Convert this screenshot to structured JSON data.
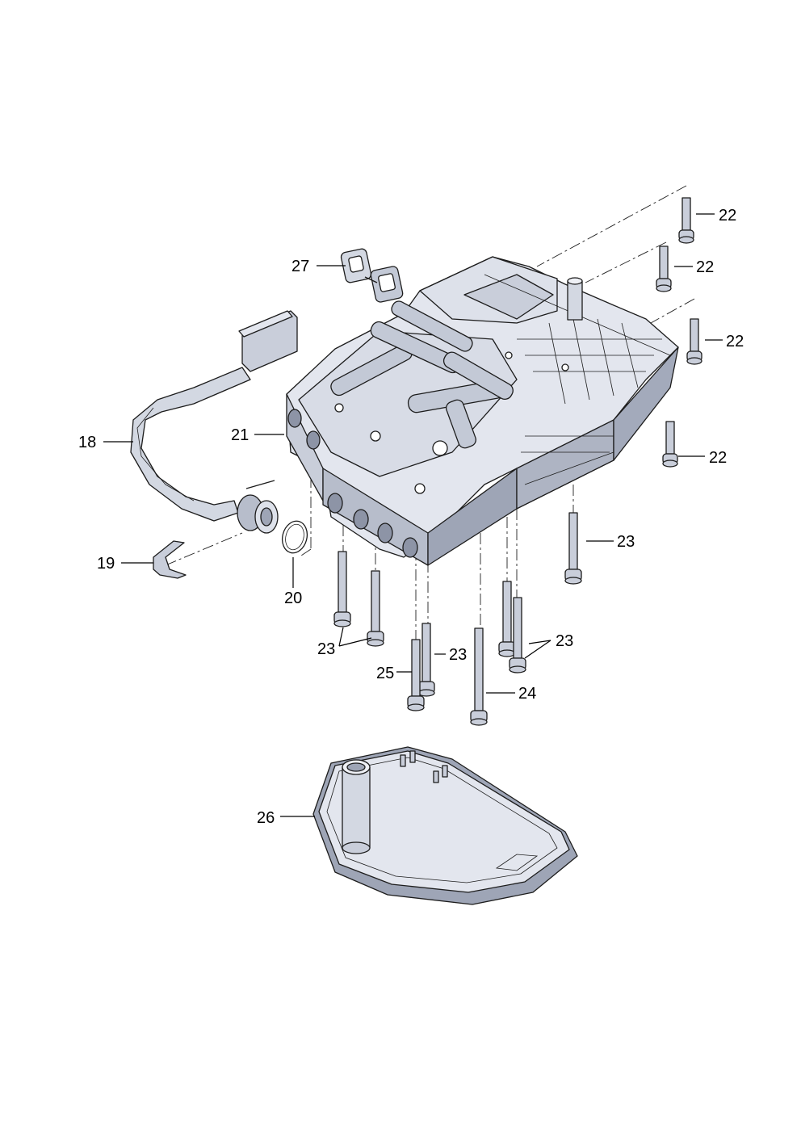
{
  "callouts": {
    "c18": "18",
    "c19": "19",
    "c20": "20",
    "c21": "21",
    "c22a": "22",
    "c22b": "22",
    "c22c": "22",
    "c22d": "22",
    "c23a": "23",
    "c23b": "23",
    "c23c": "23",
    "c23d": "23",
    "c24": "24",
    "c25": "25",
    "c26": "26",
    "c27": "27"
  },
  "colors": {
    "body_light": "#e3e6ee",
    "body_mid": "#c9ceda",
    "body_dark": "#9ea5b6",
    "line": "#1c1c1c"
  }
}
